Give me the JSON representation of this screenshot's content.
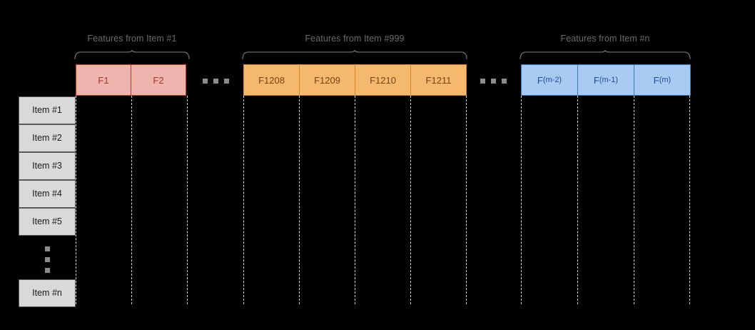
{
  "diagram": {
    "title": "Feature matrix with per-item feature groups",
    "background_color": "#000000"
  },
  "groups": [
    {
      "id": "group-item-1",
      "label": "Features from Item #1",
      "accent_fill": "#edb5ad",
      "accent_border": "#c0392b",
      "text_color": "#a8342a",
      "cells": [
        {
          "label": "F1"
        },
        {
          "label": "F2"
        }
      ]
    },
    {
      "id": "group-item-999",
      "label": "Features from Item #999",
      "accent_fill": "#f5b96e",
      "accent_border": "#d5872f",
      "text_color": "#70451a",
      "cells": [
        {
          "label": "F1208"
        },
        {
          "label": "F1209"
        },
        {
          "label": "F1210"
        },
        {
          "label": "F1211"
        }
      ]
    },
    {
      "id": "group-item-n",
      "label": "Features from Item #n",
      "accent_fill": "#a9caf1",
      "accent_border": "#3b76c3",
      "text_color": "#1d4f8f",
      "cells": [
        {
          "label": "F",
          "sub": "(m-2)"
        },
        {
          "label": "F",
          "sub": "(m-1)"
        },
        {
          "label": "F",
          "sub": "(m)"
        }
      ]
    }
  ],
  "rows": {
    "box_fill": "#d9d9d9",
    "box_border": "#595959",
    "items": [
      {
        "label": "Item #1"
      },
      {
        "label": "Item #2"
      },
      {
        "label": "Item #3"
      },
      {
        "label": "Item #4"
      },
      {
        "label": "Item #5"
      }
    ],
    "last_item": {
      "label": "Item #n"
    },
    "vertical_ellipsis": "vertical-ellipsis-dots"
  },
  "ellipses": [
    {
      "id": "horizontal-ellipsis-1",
      "glyph": "horizontal-ellipsis-dots"
    },
    {
      "id": "horizontal-ellipsis-2",
      "glyph": "horizontal-ellipsis-dots"
    }
  ]
}
